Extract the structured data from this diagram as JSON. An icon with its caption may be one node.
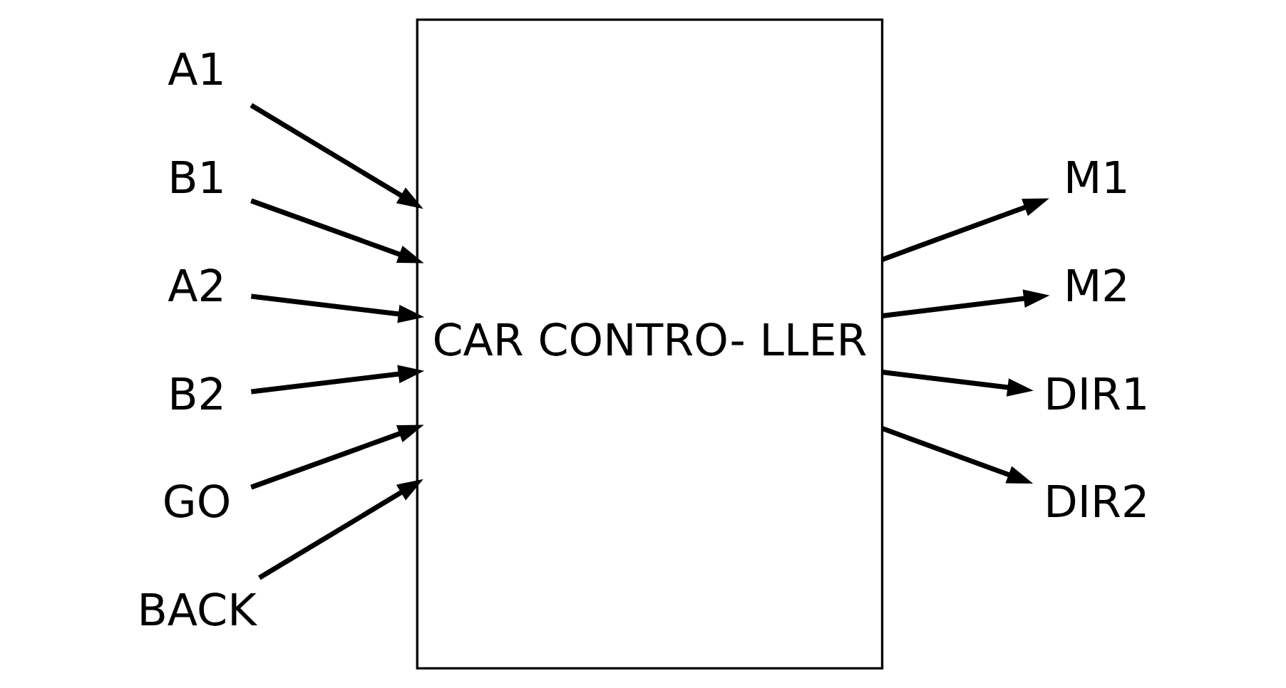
{
  "diagram": {
    "nodes": [
      {
        "text": [
          "CAR CONTRO- LLER"
        ]
      },
      {
        "text": [
          "A1"
        ]
      },
      {
        "text": [
          "B1"
        ]
      },
      {
        "text": [
          "A2"
        ]
      },
      {
        "text": [
          "B2"
        ]
      },
      {
        "text": [
          "GO"
        ]
      },
      {
        "text": [
          "BACK"
        ]
      },
      {
        "text": [
          "M1"
        ]
      },
      {
        "text": [
          "M2"
        ]
      },
      {
        "text": [
          "DIR1"
        ]
      },
      {
        "text": [
          "DIR2"
        ]
      }
    ],
    "edges": [
      {
        "from": 1,
        "to": 0,
        "arrow": "to"
      },
      {
        "from": 2,
        "to": 0,
        "arrow": "to"
      },
      {
        "from": 3,
        "to": 0,
        "arrow": "to"
      },
      {
        "from": 4,
        "to": 0,
        "arrow": "to"
      },
      {
        "from": 5,
        "to": 0,
        "arrow": "to"
      },
      {
        "from": 6,
        "to": 0,
        "arrow": "to"
      },
      {
        "from": 0,
        "to": 7,
        "arrow": "to"
      },
      {
        "from": 0,
        "to": 8,
        "arrow": "to"
      },
      {
        "from": 0,
        "to": 9,
        "arrow": "to"
      },
      {
        "from": 0,
        "to": 10,
        "arrow": "to"
      }
    ]
  }
}
